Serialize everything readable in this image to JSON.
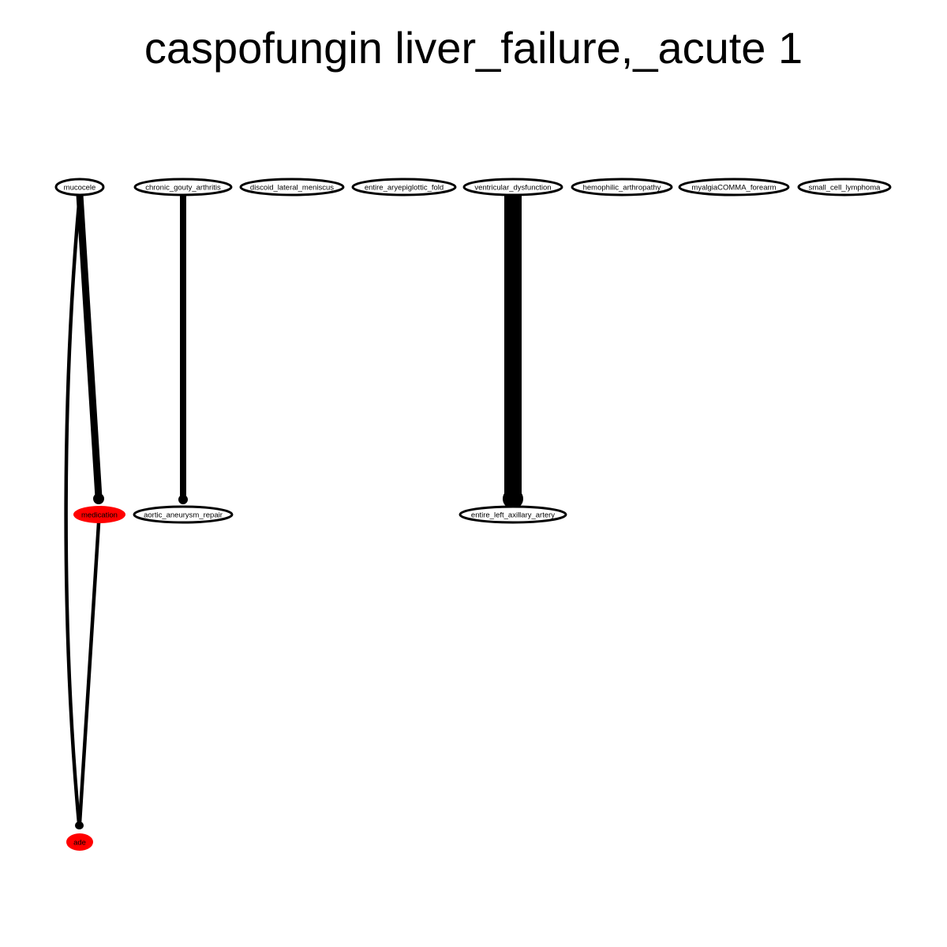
{
  "title": "caspofungin liver_failure,_acute 1",
  "colors": {
    "edge": "#000000",
    "node_default_fill": "#ffffff",
    "node_default_stroke": "#000000",
    "node_highlight_fill": "#ff0000"
  },
  "nodes": [
    {
      "id": "mucocele",
      "label": "mucocele",
      "highlight": false
    },
    {
      "id": "chronic_gouty_arthritis",
      "label": "chronic_gouty_arthritis",
      "highlight": false
    },
    {
      "id": "discoid_lateral_meniscus",
      "label": "discoid_lateral_meniscus",
      "highlight": false
    },
    {
      "id": "entire_aryepiglottic_fold",
      "label": "entire_aryepiglottic_fold",
      "highlight": false
    },
    {
      "id": "ventricular_dysfunction",
      "label": "ventricular_dysfunction",
      "highlight": false
    },
    {
      "id": "hemophilic_arthropathy",
      "label": "hemophilic_arthropathy",
      "highlight": false
    },
    {
      "id": "myalgiaCOMMA_forearm",
      "label": "myalgiaCOMMA_forearm",
      "highlight": false
    },
    {
      "id": "small_cell_lymphoma",
      "label": "small_cell_lymphoma",
      "highlight": false
    },
    {
      "id": "medication",
      "label": "medication",
      "highlight": true
    },
    {
      "id": "aortic_aneurysm_repair",
      "label": "aortic_aneurysm_repair",
      "highlight": false
    },
    {
      "id": "entire_left_axillary_artery",
      "label": "entire_left_axillary_artery",
      "highlight": false
    },
    {
      "id": "ade",
      "label": "ade",
      "highlight": true
    }
  ],
  "edges": [
    {
      "from": "mucocele",
      "to": "medication",
      "weight": 3
    },
    {
      "from": "mucocele",
      "to": "ade",
      "weight": 1
    },
    {
      "from": "medication",
      "to": "ade",
      "weight": 1
    },
    {
      "from": "chronic_gouty_arthritis",
      "to": "aortic_aneurysm_repair",
      "weight": 2
    },
    {
      "from": "ventricular_dysfunction",
      "to": "entire_left_axillary_artery",
      "weight": 6
    }
  ]
}
